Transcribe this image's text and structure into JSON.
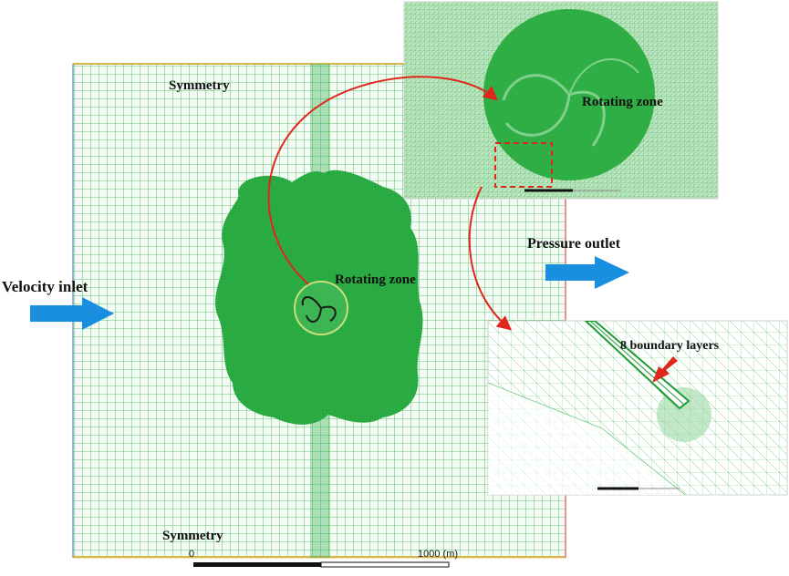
{
  "labels": {
    "symmetry_top": "Symmetry",
    "symmetry_bottom": "Symmetry",
    "velocity_inlet": "Velocity inlet",
    "pressure_outlet": "Pressure outlet",
    "rotating_zone_main": "Rotating zone",
    "rotating_zone_zoom": "Rotating zone",
    "boundary_layers": "8 boundary layers"
  },
  "scale_bar": {
    "start_label": "0",
    "end_label": "1000 (m)"
  },
  "colors": {
    "mesh_green": "#2fb44a",
    "dense_green": "#22a83a",
    "arrow_blue": "#1a8fe0",
    "callout_red": "#e0261b"
  }
}
